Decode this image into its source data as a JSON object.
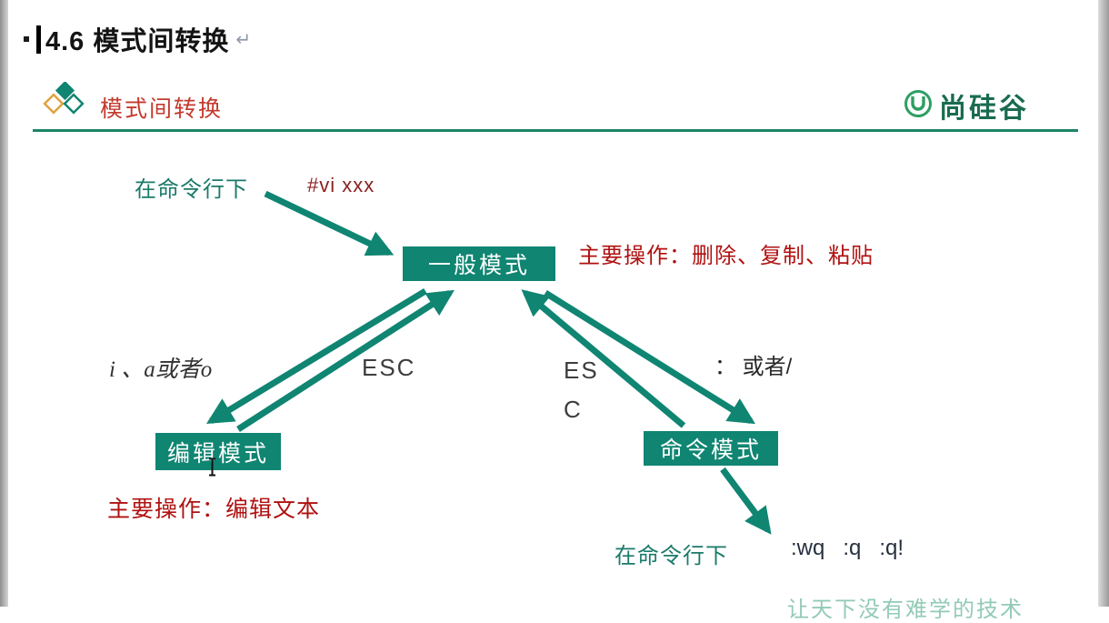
{
  "doc": {
    "title": "4.6  模式间转换",
    "return_mark": "↵"
  },
  "header": {
    "section_title": "模式间转换",
    "logo_text": "尚硅谷"
  },
  "diagram": {
    "top_left_label": "在命令行下",
    "top_command": "#vi xxx",
    "general_mode_label": "一般模式",
    "general_ops": "主要操作：删除、复制、粘贴",
    "left_transition_label": "i 、a或者o",
    "esc_left_label": "ESC",
    "esc_right_label": "ES\nC",
    "colon_label": "：  或者/",
    "edit_mode_label": "编辑模式",
    "edit_ops": "主要操作：编辑文本",
    "command_mode_label": "命令模式",
    "bottom_left_label": "在命令行下",
    "bottom_commands": ":wq   :q   :q!"
  },
  "watermark": "让天下没有难学的技术",
  "colors": {
    "teal": "#0F8572",
    "divider_green": "#1C8468",
    "ops_red": "#B01111",
    "section_red": "#C43A2E",
    "logo_green": "#1A6B50"
  }
}
